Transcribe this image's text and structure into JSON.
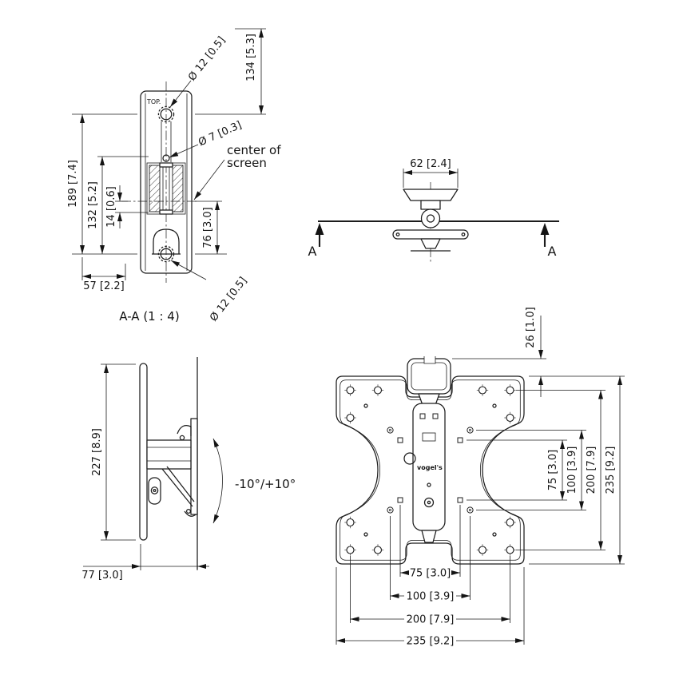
{
  "page": {
    "background": "#ffffff",
    "line_color": "#1c1c1c"
  },
  "section_view": {
    "view_label": "A-A (1 : 4)",
    "bracket_top_label": "TOP.",
    "dia_top_hole": "Ø 12 [0.5]",
    "dia_mid_hole": "Ø 7 [0.3]",
    "dia_bottom_hole": "Ø 12 [0.5]",
    "dim_height_outer": "189 [7.4]",
    "dim_height_inner": "132 [5.2]",
    "dim_offset_small": "14 [0.6]",
    "dim_width_bottom": "57 [2.2]",
    "dim_top_to_center": "134 [5.3]",
    "dim_center_to_bottom": "76 [3.0]",
    "note_center_line1": "center of",
    "note_center_line2": "screen"
  },
  "top_view": {
    "dim_width": "62 [2.4]",
    "section_marker_left": "A",
    "section_marker_right": "A"
  },
  "side_view": {
    "dim_height": "227 [8.9]",
    "dim_depth": "77 [3.0]",
    "tilt_range": "-10°/+10°"
  },
  "front_view": {
    "brand": "vogel's",
    "dim_tab_offset": "26 [1.0]",
    "right_dims": [
      "75 [3.0]",
      "100 [3.9]",
      "200 [7.9]",
      "235 [9.2]"
    ],
    "bottom_dims": [
      "75 [3.0]",
      "100 [3.9]",
      "200 [7.9]",
      "235 [9.2]"
    ]
  }
}
